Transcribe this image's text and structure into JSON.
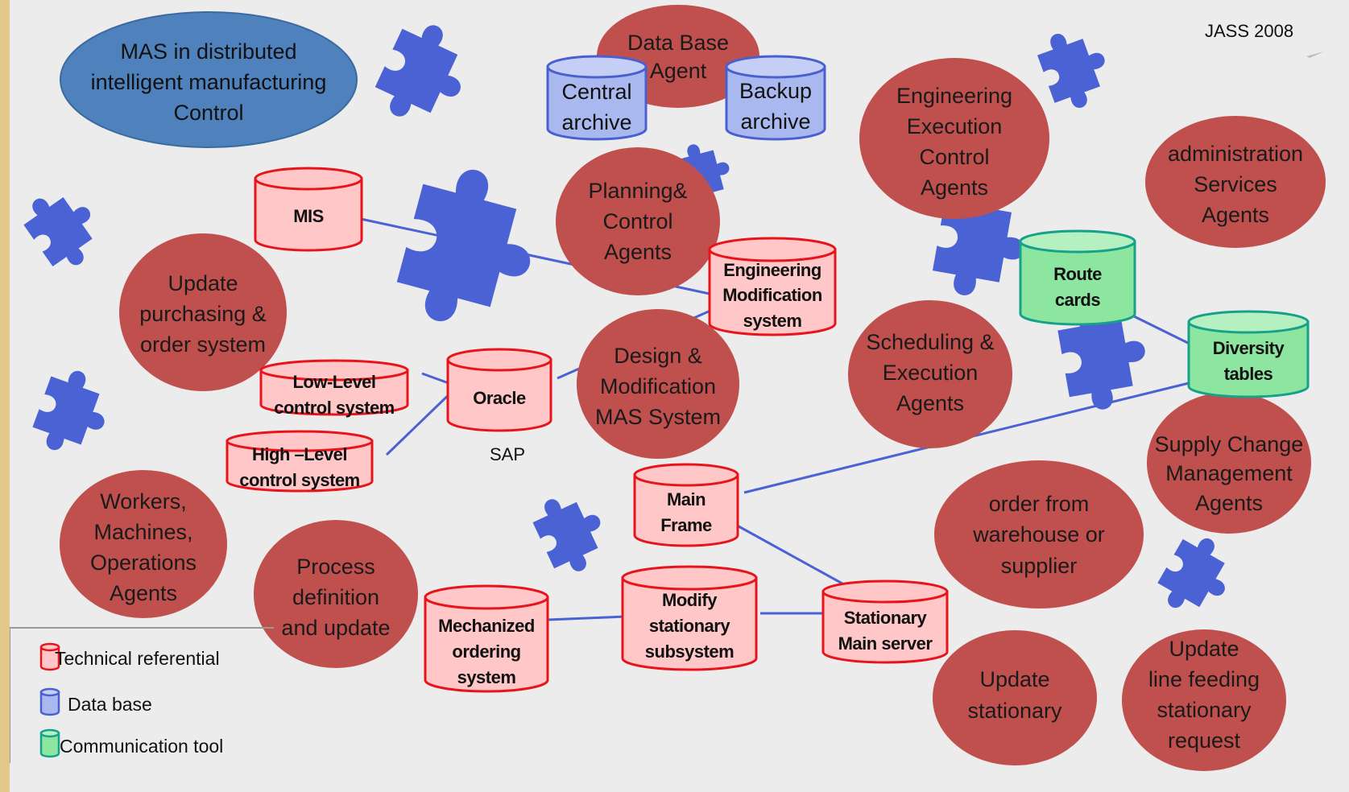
{
  "header": {
    "jass": "JASS 2008"
  },
  "title": [
    "MAS in distributed",
    "intelligent manufacturing",
    "Control"
  ],
  "sap_label": "SAP",
  "agents": {
    "database": [
      "Data Base",
      "Agent"
    ],
    "planning": [
      "Planning&",
      "Control",
      "Agents"
    ],
    "engineering": [
      "Engineering",
      "Execution",
      "Control",
      "Agents"
    ],
    "admin": [
      "administration",
      "Services",
      "Agents"
    ],
    "purchasing": [
      "Update",
      "purchasing &",
      "order system"
    ],
    "design": [
      "Design &",
      "Modification",
      "MAS System"
    ],
    "scheduling": [
      "Scheduling &",
      "Execution",
      "Agents"
    ],
    "supply": [
      "Supply Change",
      "Management",
      "Agents"
    ],
    "workers": [
      "Workers,",
      "Machines,",
      "Operations",
      "Agents"
    ],
    "process": [
      "Process",
      "definition",
      "and update"
    ],
    "order": [
      "order from",
      "warehouse or",
      "supplier"
    ],
    "stationary": [
      "Update",
      "stationary"
    ],
    "linefeed": [
      "Update",
      "line feeding",
      "stationary",
      "request"
    ]
  },
  "databases": {
    "central": [
      "Central",
      "archive"
    ],
    "backup": [
      "Backup",
      "archive"
    ]
  },
  "referentials": {
    "mis": [
      "MIS"
    ],
    "eng_mod": [
      "Engineering",
      "Modification",
      "system"
    ],
    "low_level": [
      "Low-Level",
      "control system"
    ],
    "high_level": [
      "High –Level",
      "control system"
    ],
    "oracle": [
      "Oracle"
    ],
    "mainframe": [
      "Main",
      "Frame"
    ],
    "mechanized": [
      "Mechanized",
      "ordering",
      "system"
    ],
    "modify": [
      "Modify",
      "stationary",
      "subsystem"
    ],
    "stat_server": [
      "Stationary",
      "Main server"
    ]
  },
  "comm_tools": {
    "route": [
      "Route",
      "cards"
    ],
    "diversity": [
      "Diversity",
      "tables"
    ]
  },
  "legend": {
    "technical": "Technical referential",
    "database": "Data base",
    "communication": "Communication tool"
  },
  "colors": {
    "agent_fill": "#c0504d",
    "title_fill": "#4f81bd",
    "referential_fill": "#ffc7c7",
    "referential_stroke": "#e8141c",
    "database_fill": "#a9b8ee",
    "database_stroke": "#4a5fd0",
    "comm_fill": "#8de6a0",
    "comm_stroke": "#17a08a",
    "puzzle": "#4a62d4",
    "connector": "#4a62d4"
  }
}
